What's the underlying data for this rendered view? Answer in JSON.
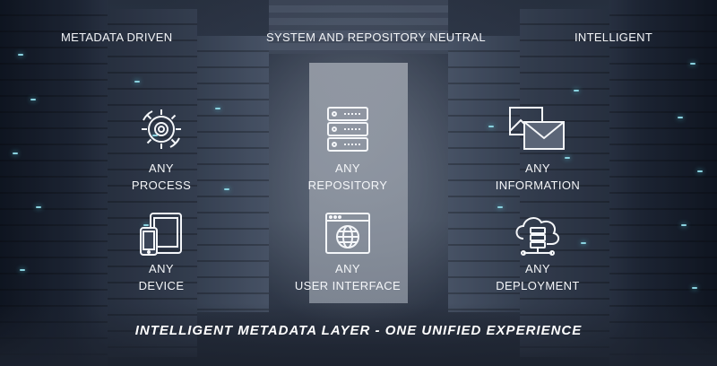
{
  "columns": {
    "left": "METADATA DRIVEN",
    "center": "SYSTEM AND REPOSITORY NEUTRAL",
    "right": "INTELLIGENT"
  },
  "tiles": [
    {
      "line1": "ANY",
      "line2": "PROCESS",
      "icon": "gear-process-icon"
    },
    {
      "line1": "ANY",
      "line2": "REPOSITORY",
      "icon": "server-stack-icon"
    },
    {
      "line1": "ANY",
      "line2": "INFORMATION",
      "icon": "image-envelope-icon"
    },
    {
      "line1": "ANY",
      "line2": "DEVICE",
      "icon": "mobile-devices-icon"
    },
    {
      "line1": "ANY",
      "line2": "USER INTERFACE",
      "icon": "browser-globe-icon"
    },
    {
      "line1": "ANY",
      "line2": "DEPLOYMENT",
      "icon": "cloud-server-icon"
    }
  ],
  "tagline": "INTELLIGENT METADATA LAYER - ONE UNIFIED EXPERIENCE",
  "colors": {
    "text": "#f4f6f9",
    "led": "#9ff3ff"
  }
}
